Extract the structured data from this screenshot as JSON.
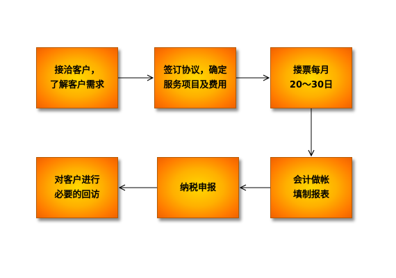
{
  "steps": [
    {
      "id": "step-1",
      "lines": [
        "接洽客户，",
        "了解客户需求"
      ]
    },
    {
      "id": "step-2",
      "lines": [
        "签订协议，确定",
        "服务项目及费用"
      ]
    },
    {
      "id": "step-3",
      "lines": [
        "搂票每月",
        "20～30日"
      ]
    },
    {
      "id": "step-4",
      "lines": [
        "会计做帐",
        "填制报表"
      ]
    },
    {
      "id": "step-5",
      "lines": [
        "纳税申报"
      ]
    },
    {
      "id": "step-6",
      "lines": [
        "对客户进行",
        "必要的回访"
      ]
    }
  ],
  "colors": {
    "box_center": "#ffd800",
    "box_edge": "#f26200",
    "arrow": "#000000"
  }
}
